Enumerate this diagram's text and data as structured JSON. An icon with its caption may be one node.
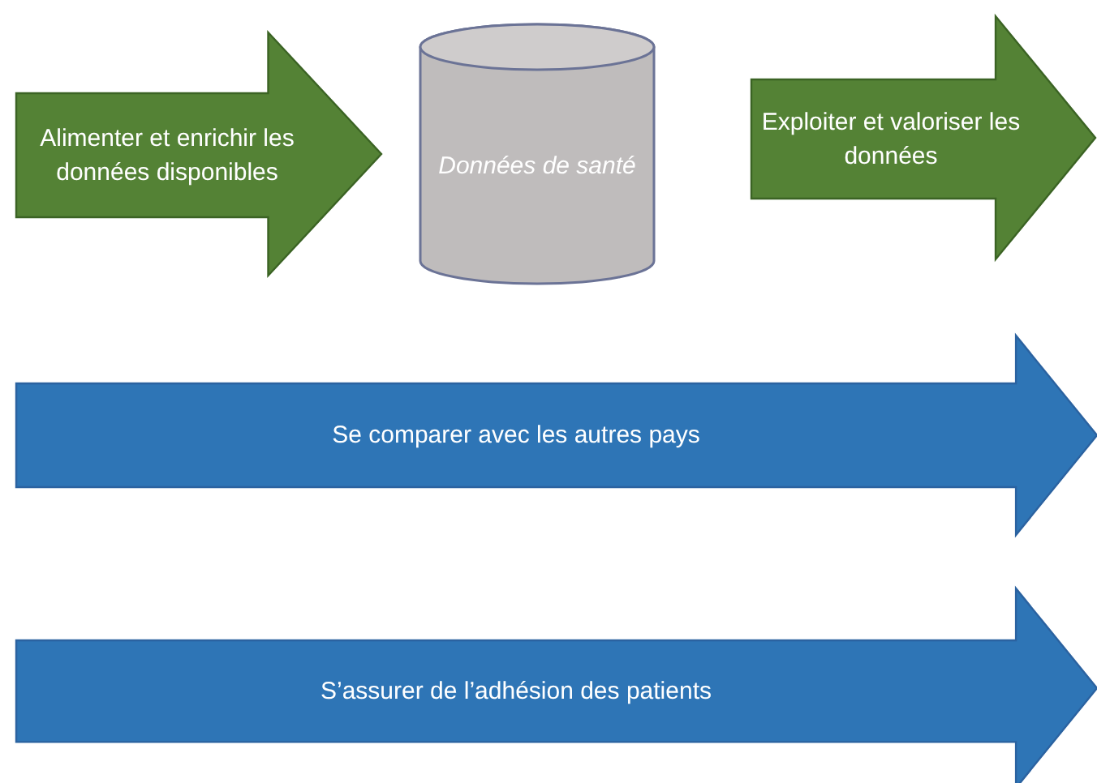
{
  "diagram": {
    "nodes": [
      {
        "text": [
          "Alimenter et enrichir les données disponibles"
        ]
      },
      {
        "text": [
          "Données de santé"
        ]
      },
      {
        "text": [
          "Exploiter et valoriser les données"
        ]
      },
      {
        "text": [
          "Se comparer avec les autres pays"
        ]
      },
      {
        "text": [
          "S’assurer de l’adhésion des patients"
        ]
      }
    ]
  }
}
